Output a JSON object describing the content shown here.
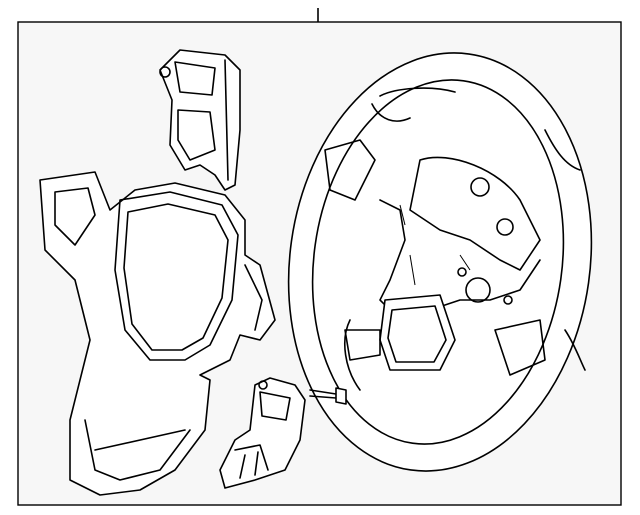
{
  "diagram": {
    "colors": {
      "frame_fill": "#f7f7f7",
      "line": "#000000",
      "background": "#ffffff"
    },
    "parts": [
      "steering-wheel",
      "trim-bezel",
      "upper-switch-assembly",
      "lower-switch-assembly",
      "bolt"
    ]
  }
}
